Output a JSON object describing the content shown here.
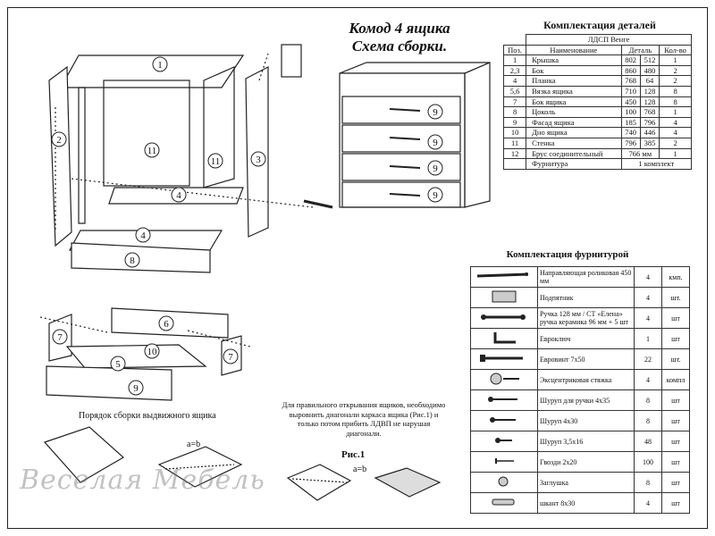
{
  "header": {
    "title_line1": "Комод 4 ящика",
    "title_line2": "Схема сборки."
  },
  "parts": {
    "title": "Комплектация деталей",
    "material": "ЛДСП Венге",
    "columns": [
      "Поз.",
      "Наименование",
      "Деталь",
      "Кол-во"
    ],
    "rows": [
      [
        "1",
        "Крышка",
        "802",
        "512",
        "1"
      ],
      [
        "2,3",
        "Бок",
        "860",
        "480",
        "2"
      ],
      [
        "4",
        "Планка",
        "768",
        "64",
        "2"
      ],
      [
        "5,6",
        "Вязка ящика",
        "710",
        "128",
        "8"
      ],
      [
        "7",
        "Бок ящика",
        "450",
        "128",
        "8"
      ],
      [
        "8",
        "Цоколь",
        "100",
        "768",
        "1"
      ],
      [
        "9",
        "Фасад ящика",
        "185",
        "796",
        "4"
      ],
      [
        "10",
        "Дно ящика",
        "740",
        "446",
        "4"
      ],
      [
        "11",
        "Стенка",
        "796",
        "385",
        "2"
      ],
      [
        "12",
        "Брус соединительный",
        "766 мм",
        "",
        "1"
      ],
      [
        "",
        "Фурнитура",
        "1 комплект",
        "",
        ""
      ]
    ]
  },
  "fittings": {
    "title": "Комплектация фурнитурой",
    "rows": [
      {
        "icon": "rail-icon",
        "name": "Направляющая роликовая 450 мм",
        "qty": "4",
        "unit": "кмп."
      },
      {
        "icon": "lifter-icon",
        "name": "Подпятник",
        "qty": "4",
        "unit": "шт."
      },
      {
        "icon": "handle-icon",
        "name": "Ручка 128 мм / СТ «Елена» ручка керамика 96 мм + 5 шт",
        "qty": "4",
        "unit": "шт"
      },
      {
        "icon": "hex-key-icon",
        "name": "Евроключ",
        "qty": "1",
        "unit": "шт"
      },
      {
        "icon": "euroscrew-icon",
        "name": "Евровинт 7х50",
        "qty": "22",
        "unit": "шт."
      },
      {
        "icon": "eccentric-icon",
        "name": "Эксцентриковая стяжка",
        "qty": "4",
        "unit": "компл"
      },
      {
        "icon": "handle-screw-icon",
        "name": "Шуруп для ручки 4х35",
        "qty": "8",
        "unit": "шт"
      },
      {
        "icon": "screw-icon",
        "name": "Шуруп 4х30",
        "qty": "8",
        "unit": "шт"
      },
      {
        "icon": "small-screw-icon",
        "name": "Шуруп 3,5х16",
        "qty": "48",
        "unit": "шт"
      },
      {
        "icon": "nail-icon",
        "name": "Гвозди 2х20",
        "qty": "100",
        "unit": "шт"
      },
      {
        "icon": "cap-icon",
        "name": "Заглушка",
        "qty": "8",
        "unit": "шт"
      },
      {
        "icon": "dowel-icon",
        "name": "шкант 8х30",
        "qty": "4",
        "unit": "шт"
      }
    ]
  },
  "diagram": {
    "callouts": [
      "1",
      "2",
      "3",
      "4",
      "4",
      "8",
      "11",
      "11",
      "9",
      "9",
      "9",
      "9",
      "6",
      "7",
      "7",
      "10",
      "5",
      "9"
    ],
    "drawer_caption": "Порядок сборки выдвижного ящика",
    "note": "Для правильного открывания ящиков, необходимо выровнить диагонали каркаса ящика (Рис.1) и только потом прибить ЛДВП не нарушая диагонали.",
    "fig_label": "Рис.1",
    "eq_label": "a=b",
    "eq_label2": "a=b"
  },
  "watermark": "Веселая Мебель"
}
